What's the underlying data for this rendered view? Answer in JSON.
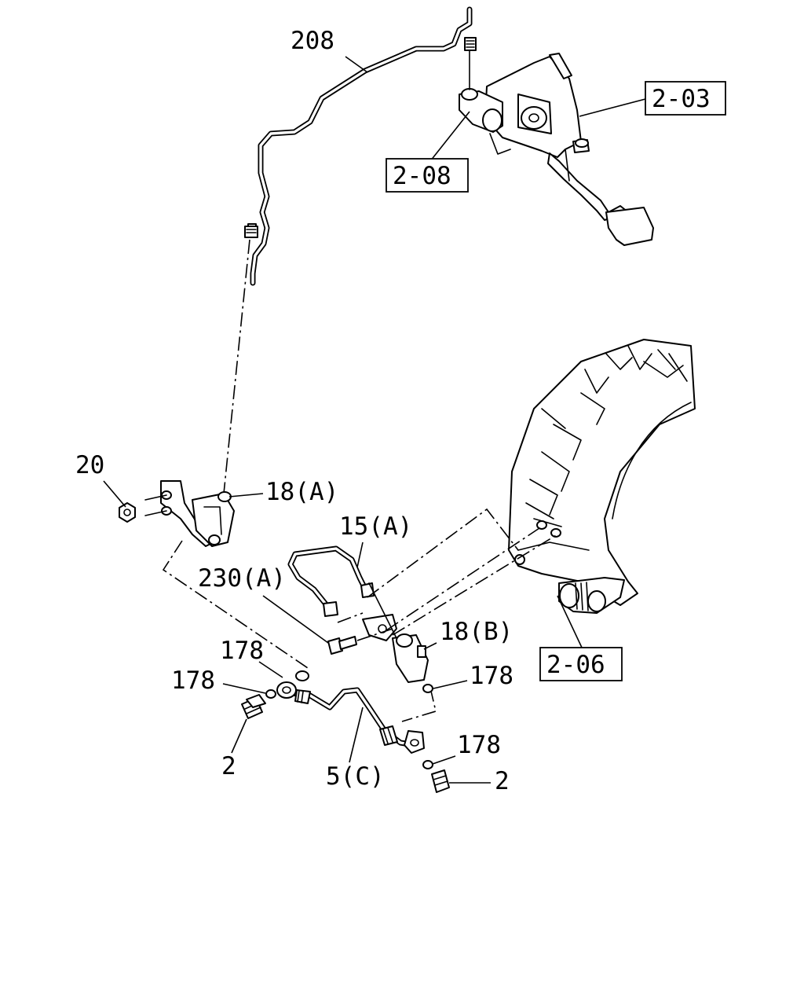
{
  "labels": {
    "pipe_208": "208",
    "ref_2_03": "2-03",
    "ref_2_08": "2-08",
    "nut_20": "20",
    "part_18a": "18(A)",
    "pipe_15a": "15(A)",
    "bolt_230a": "230(A)",
    "part_18b": "18(B)",
    "ref_2_06": "2-06",
    "washer_178_a": "178",
    "washer_178_b": "178",
    "washer_178_c": "178",
    "washer_178_d": "178",
    "bolt_2_left": "2",
    "bolt_2_right": "2",
    "hose_5c": "5(C)"
  },
  "colors": {
    "line": "#000000",
    "background": "#ffffff"
  }
}
